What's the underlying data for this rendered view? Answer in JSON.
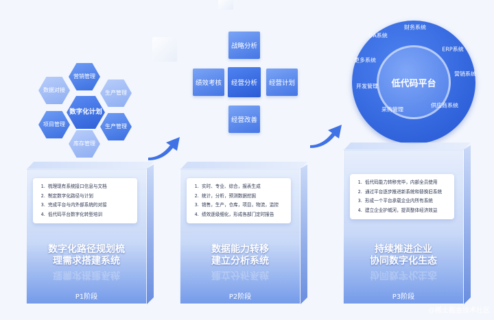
{
  "hexagons": {
    "center": "数字化计划",
    "items": [
      "营销管理",
      "数据对接",
      "生产管理",
      "项目管理",
      "生产管理",
      "库存管理"
    ]
  },
  "cross": {
    "center": "经营分析",
    "top": "战略分析",
    "left": "绩效考核",
    "right": "经营计划",
    "bottom": "经营改善"
  },
  "wheel": {
    "center": "低代码平台",
    "items": [
      "OA系统",
      "财务系统",
      "ERP系统",
      "营销系统",
      "供应商系统",
      "采购管理",
      "开发管理",
      "更多系统"
    ]
  },
  "stages": [
    {
      "items": [
        "梳理现有系统接口信息与文档",
        "制定数字化路径与计划",
        "完成平台与内外部系统的对接",
        "低代码平台数字化转型培训"
      ],
      "title_line1": "数字化路径规划梳",
      "title_line2": "理需求搭建系统",
      "phase": "P1阶段"
    },
    {
      "items": [
        "实时、专业、综合，报表生成",
        "统计，分析，预测数据挖掘",
        "销售，生产，仓库，项目，物流，监控",
        "绩效逐级细化，形成各部门定时报告"
      ],
      "title_line1": "数据能力转移",
      "title_line2": "建立分析系统",
      "phase": "P2阶段"
    },
    {
      "items": [
        "低代码能力转移完毕，内部全员使用",
        "通过平台逐步推进新系统和替换旧系统",
        "形成一个平台承载企业内所有系统",
        "建立企业护城河，提高整体经济效益"
      ],
      "title_line1": "持续推进企业",
      "title_line2": "协同数字化生态",
      "phase": "P3阶段"
    }
  ],
  "watermark": "@稀土掘金技术社区",
  "colors": {
    "primary": "#2e5fd8",
    "accent": "#4f82f0",
    "background": "#f3f6fc"
  }
}
